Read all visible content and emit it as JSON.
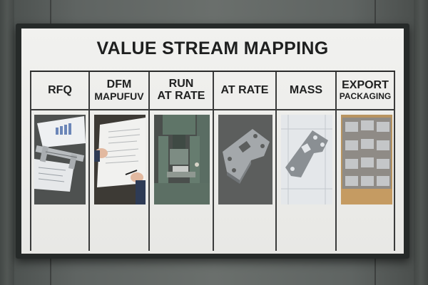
{
  "board": {
    "title": "VALUE STREAM MAPPING"
  },
  "stages": [
    {
      "line1": "RFQ",
      "line2": "",
      "image": "rfq-documents-and-caliper-image"
    },
    {
      "line1": "DFM",
      "line2": "MAPUFUV",
      "image": "dfm-review-drawing-image"
    },
    {
      "line1": "RUN",
      "line2": "AT RATE",
      "image": "stamping-press-image"
    },
    {
      "line1": "AT RATE",
      "line2": "",
      "image": "metal-bracket-part-image"
    },
    {
      "line1": "MASS",
      "line2": "",
      "image": "bracket-on-drawing-image"
    },
    {
      "line1": "EXPORT",
      "line2": "PACKAGING",
      "image": "packed-parts-box-image"
    }
  ],
  "colors": {
    "board": "#ececea",
    "frame": "#262a29",
    "wall": "#5f6462",
    "text": "#1e1f1f"
  }
}
